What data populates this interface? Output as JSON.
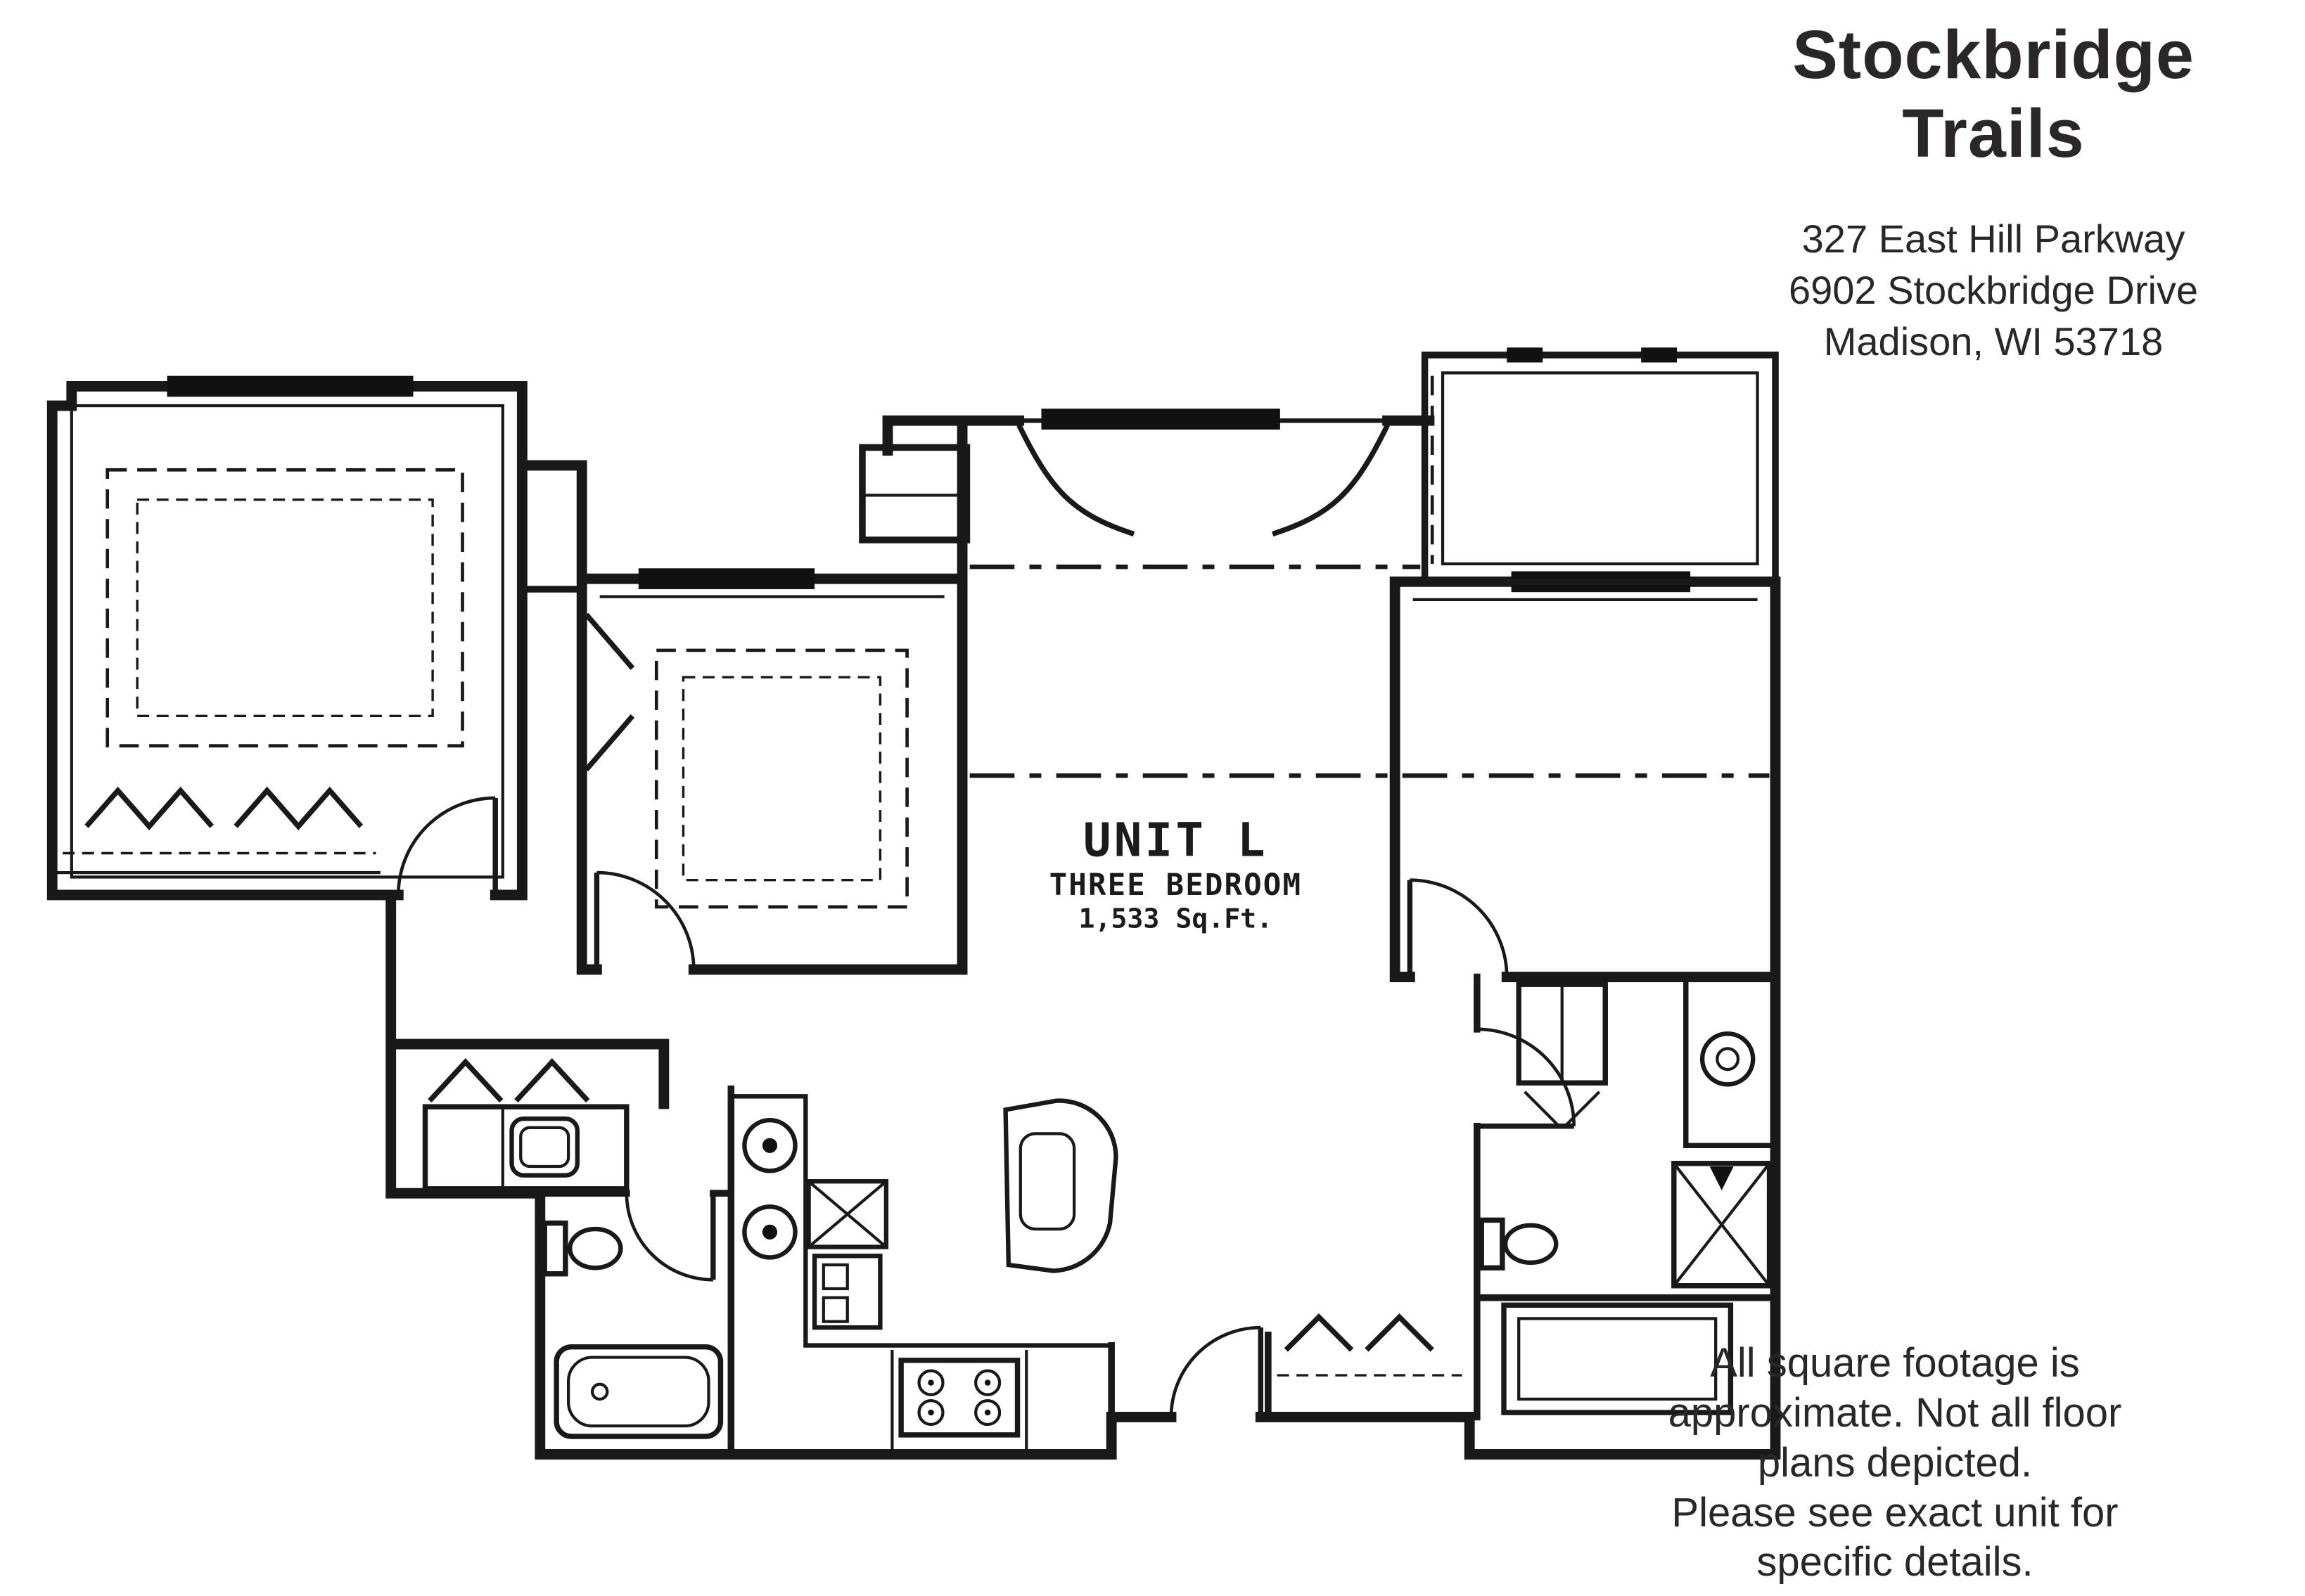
{
  "header": {
    "title": "Stockbridge Trails",
    "address_lines": [
      "327 East Hill Parkway",
      "6902 Stockbridge Drive",
      "Madison, WI 53718"
    ]
  },
  "unit": {
    "name": "UNIT L",
    "type": "THREE BEDROOM",
    "area": "1,533 Sq.Ft."
  },
  "disclaimer": {
    "lines": [
      "All square footage is",
      "approximate. Not all floor",
      "plans depicted.",
      "Please see exact unit for",
      "specific details."
    ]
  },
  "colors": {
    "ink": "#191919",
    "background": "#ffffff"
  }
}
